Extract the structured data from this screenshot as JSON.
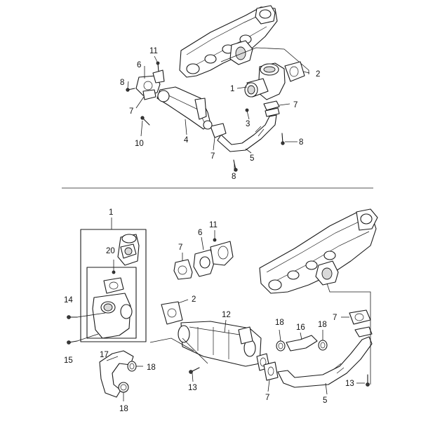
{
  "callouts": {
    "top": {
      "n1": "1",
      "n2": "2",
      "n3": "3",
      "n4": "4",
      "n5": "5",
      "n6": "6",
      "n7a": "7",
      "n7b": "7",
      "n7c": "7",
      "n8a": "8",
      "n8b": "8",
      "n8c": "8",
      "n10": "10",
      "n11": "11"
    },
    "bottom": {
      "n1": "1",
      "n2": "2",
      "n5": "5",
      "n6": "6",
      "n7a": "7",
      "n7b": "7",
      "n7c": "7",
      "n11": "11",
      "n12": "12",
      "n13a": "13",
      "n13b": "13",
      "n14": "14",
      "n15": "15",
      "n16": "16",
      "n17": "17",
      "n18a": "18",
      "n18b": "18",
      "n18c": "18",
      "n18d": "18",
      "n20": "20"
    }
  }
}
